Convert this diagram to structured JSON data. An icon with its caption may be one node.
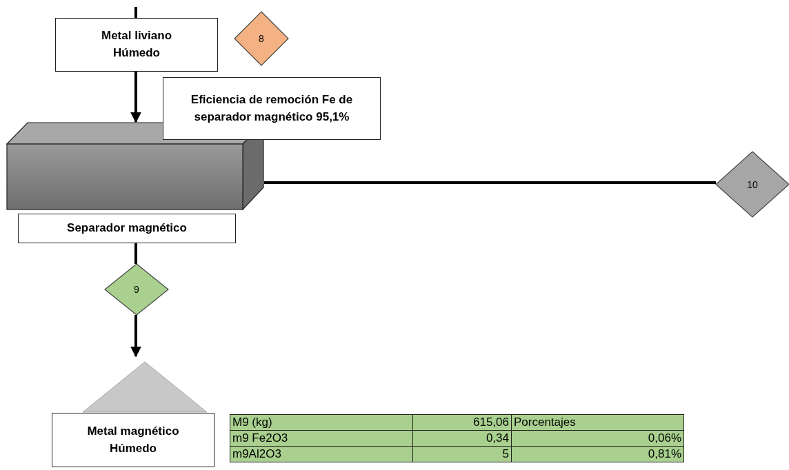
{
  "diagram": {
    "nodes": [
      {
        "text": [
          "Metal liviano Húmedo"
        ]
      },
      {
        "text": [
          "8"
        ]
      },
      {
        "text": [
          "Eficiencia de remoción Fe  de separador magnético 95,1%"
        ]
      },
      {
        "text": [],
        "shape": "box"
      },
      {
        "text": [
          "Separador magnético"
        ]
      },
      {
        "text": [
          "9"
        ]
      },
      {
        "text": [
          "10"
        ]
      },
      {
        "text": [],
        "shape": "triangle"
      },
      {
        "text": [
          "Metal magnético Húmedo"
        ]
      }
    ],
    "edges": [
      {
        "from": null,
        "to": 0,
        "arrow": "none"
      },
      {
        "from": 0,
        "to": 3,
        "arrow": "to"
      },
      {
        "from": 3,
        "to": 6,
        "arrow": "none"
      },
      {
        "from": 4,
        "to": 5,
        "arrow": "none"
      },
      {
        "from": 5,
        "to": 7,
        "arrow": "to"
      }
    ],
    "labels": [
      "M9 (kg)",
      "615,06",
      "Porcentajes",
      "m9 Fe2O3",
      "0,34",
      "0,06%",
      "m9Al2O3",
      "5",
      "0,81%"
    ]
  }
}
